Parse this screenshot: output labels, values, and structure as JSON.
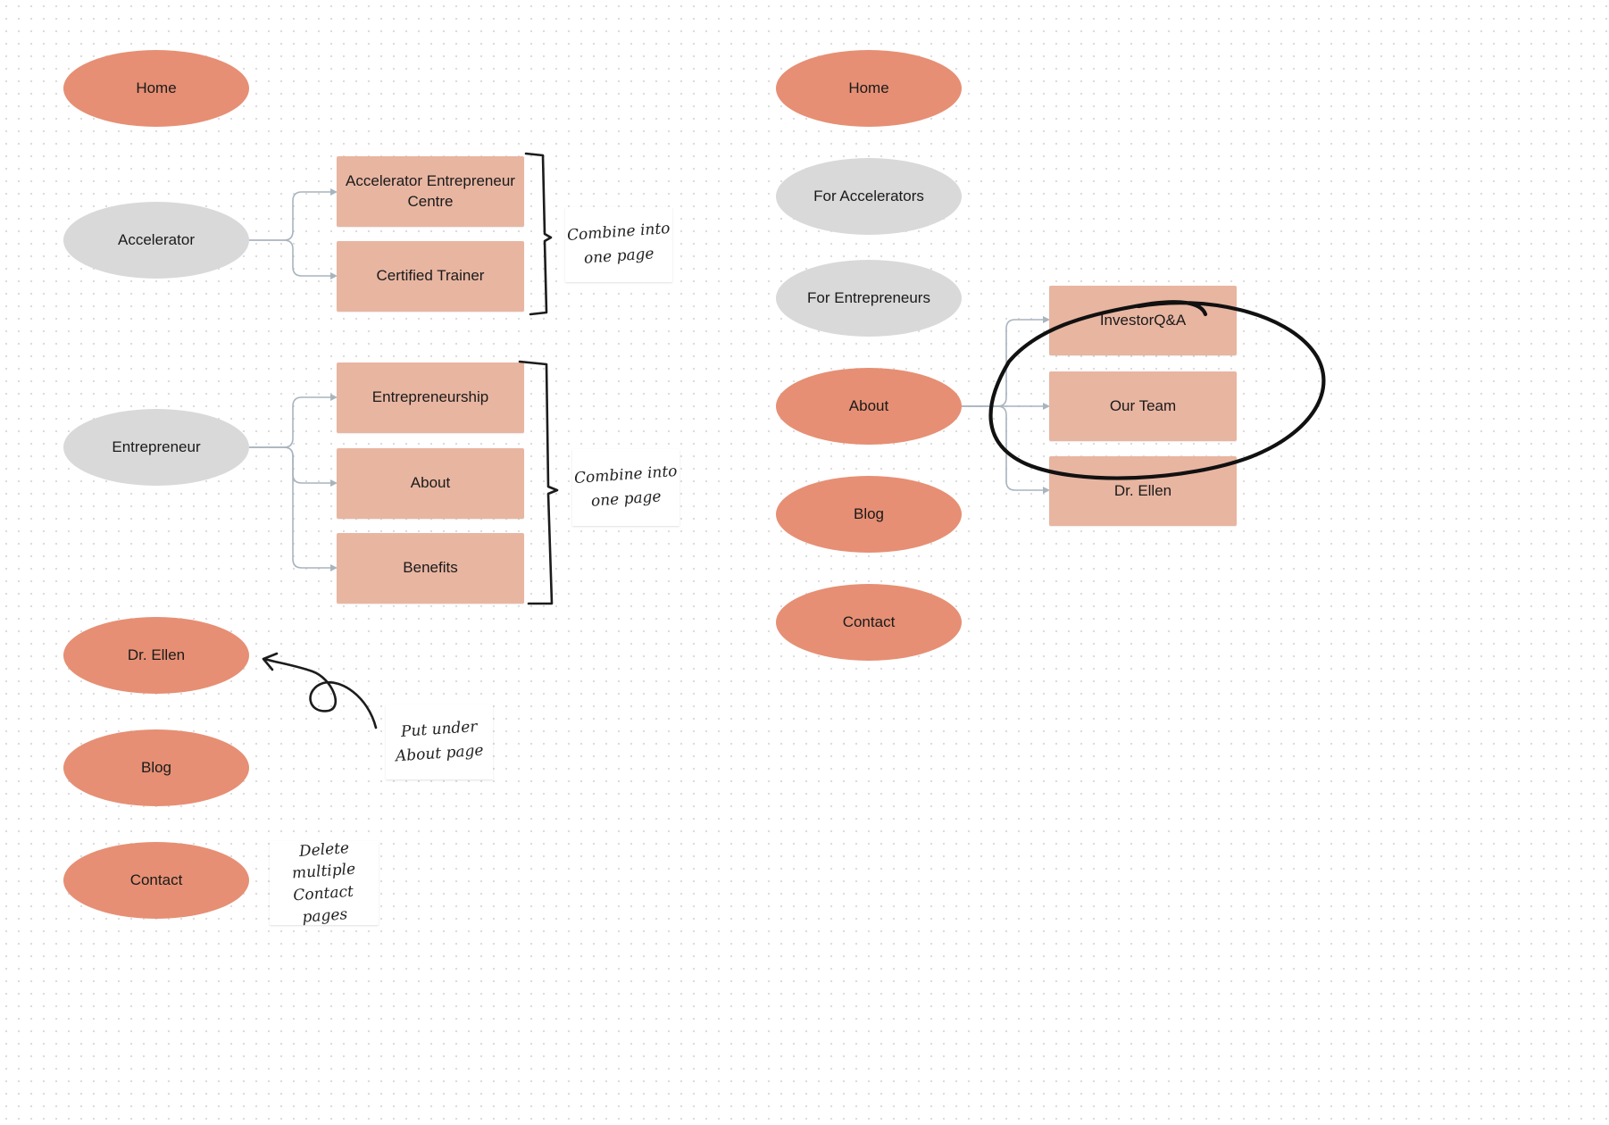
{
  "current_sitemap": {
    "home": "Home",
    "accelerator": {
      "label": "Accelerator",
      "children": [
        "Accelerator Entrepreneur Centre",
        "Certified Trainer"
      ]
    },
    "entrepreneur": {
      "label": "Entrepreneur",
      "children": [
        "Entrepreneurship",
        "About",
        "Benefits"
      ]
    },
    "dr_ellen": "Dr. Ellen",
    "blog": "Blog",
    "contact": "Contact"
  },
  "proposed_sitemap": {
    "home": "Home",
    "for_accelerators": "For Accelerators",
    "for_entrepreneurs": "For Entrepreneurs",
    "about": {
      "label": "About",
      "children": [
        "InvestorQ&A",
        "Our Team",
        "Dr. Ellen"
      ]
    },
    "blog": "Blog",
    "contact": "Contact"
  },
  "notes": {
    "combine_1": [
      "Combine into",
      "one page"
    ],
    "combine_2": [
      "Combine into",
      "one page"
    ],
    "put_under": [
      "Put under",
      "About page"
    ],
    "delete": [
      "Delete",
      "multiple",
      "Contact pages"
    ]
  },
  "colors": {
    "primary": "#e68f74",
    "secondary": "#d9d9d9",
    "child_box": "#e8b5a1",
    "connector": "#a9b4bd",
    "ink": "#1a1a1a"
  }
}
